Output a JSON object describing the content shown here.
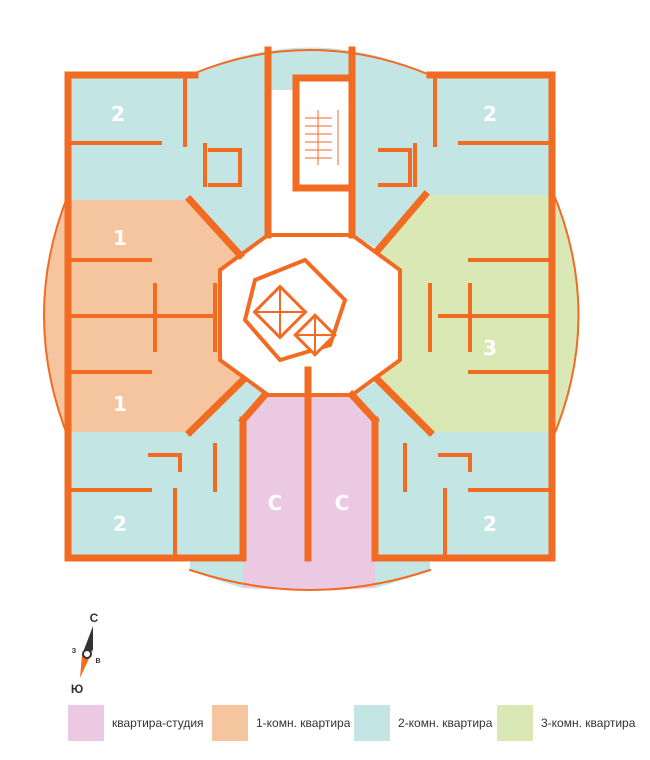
{
  "colors": {
    "wall": "#f26b22",
    "studio": "#ebc9e3",
    "one_room": "#f5c5a0",
    "two_room": "#c3e5e3",
    "three_room": "#d9e8b5",
    "core": "#ffffff",
    "compass_north": "#333333",
    "compass_south": "#f26b22"
  },
  "rooms": {
    "nw": "2",
    "ne": "2",
    "w_upper": "1",
    "w_lower": "1",
    "e": "3",
    "sw": "2",
    "se": "2",
    "studio_left": "С",
    "studio_right": "С"
  },
  "compass": {
    "north": "С",
    "south": "Ю",
    "west": "З",
    "east": "В"
  },
  "legend": [
    {
      "label": "квартира-студия",
      "color_key": "studio"
    },
    {
      "label": "1-комн. квартира",
      "color_key": "one_room"
    },
    {
      "label": "2-комн. квартира",
      "color_key": "two_room"
    },
    {
      "label": "3-комн. квартира",
      "color_key": "three_room"
    }
  ]
}
